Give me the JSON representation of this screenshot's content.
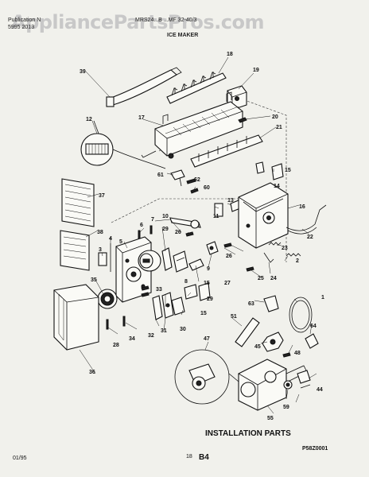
{
  "watermark": "AppliancePartsPros.com",
  "header": {
    "left_line1": "Publication N",
    "left_line2": "5995 2013",
    "model": "MRS24...B ...MF 32-40/3",
    "section": "ICE MAKER"
  },
  "part_labels": {
    "p1": "1",
    "p2": "2",
    "p3": "3",
    "p4": "4",
    "p5": "5",
    "p6": "6",
    "p7": "7",
    "p8": "8",
    "p9": "9",
    "p10": "10",
    "p11": "11",
    "p12": "12",
    "p13": "13",
    "p14": "14",
    "p15a": "15",
    "p15b": "15",
    "p15c": "15",
    "p16": "16",
    "p17": "17",
    "p18": "18",
    "p19": "19",
    "p20": "20",
    "p21": "21",
    "p22": "22",
    "p23": "23",
    "p24": "24",
    "p25": "25",
    "p26a": "26",
    "p26b": "26",
    "p27": "27",
    "p28": "28",
    "p29a": "29",
    "p29b": "29",
    "p30": "30",
    "p31": "31",
    "p32": "32",
    "p33": "33",
    "p34": "34",
    "p35": "35",
    "p36": "36",
    "p37": "37",
    "p38": "38",
    "p39": "39",
    "p44": "44",
    "p45": "45",
    "p47": "47",
    "p48": "48",
    "p51": "51",
    "p55": "55",
    "p59": "59",
    "p60": "60",
    "p61": "61",
    "p62": "62",
    "p63": "63",
    "p64": "64"
  },
  "installation_label": "INSTALLATION PARTS",
  "diagram_code": "P58Z0001",
  "footer": {
    "date": "01/95",
    "page_small": "18",
    "page": "B4"
  }
}
